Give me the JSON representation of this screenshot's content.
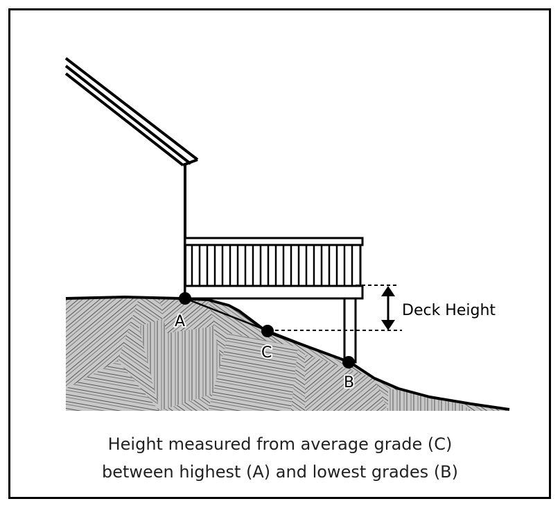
{
  "diagram": {
    "deck_height_label": "Deck Height",
    "points": {
      "a": "A",
      "b": "B",
      "c": "C"
    },
    "caption_line1": "Height measured from average grade (C)",
    "caption_line2": "between highest (A) and lowest grades (B)"
  }
}
